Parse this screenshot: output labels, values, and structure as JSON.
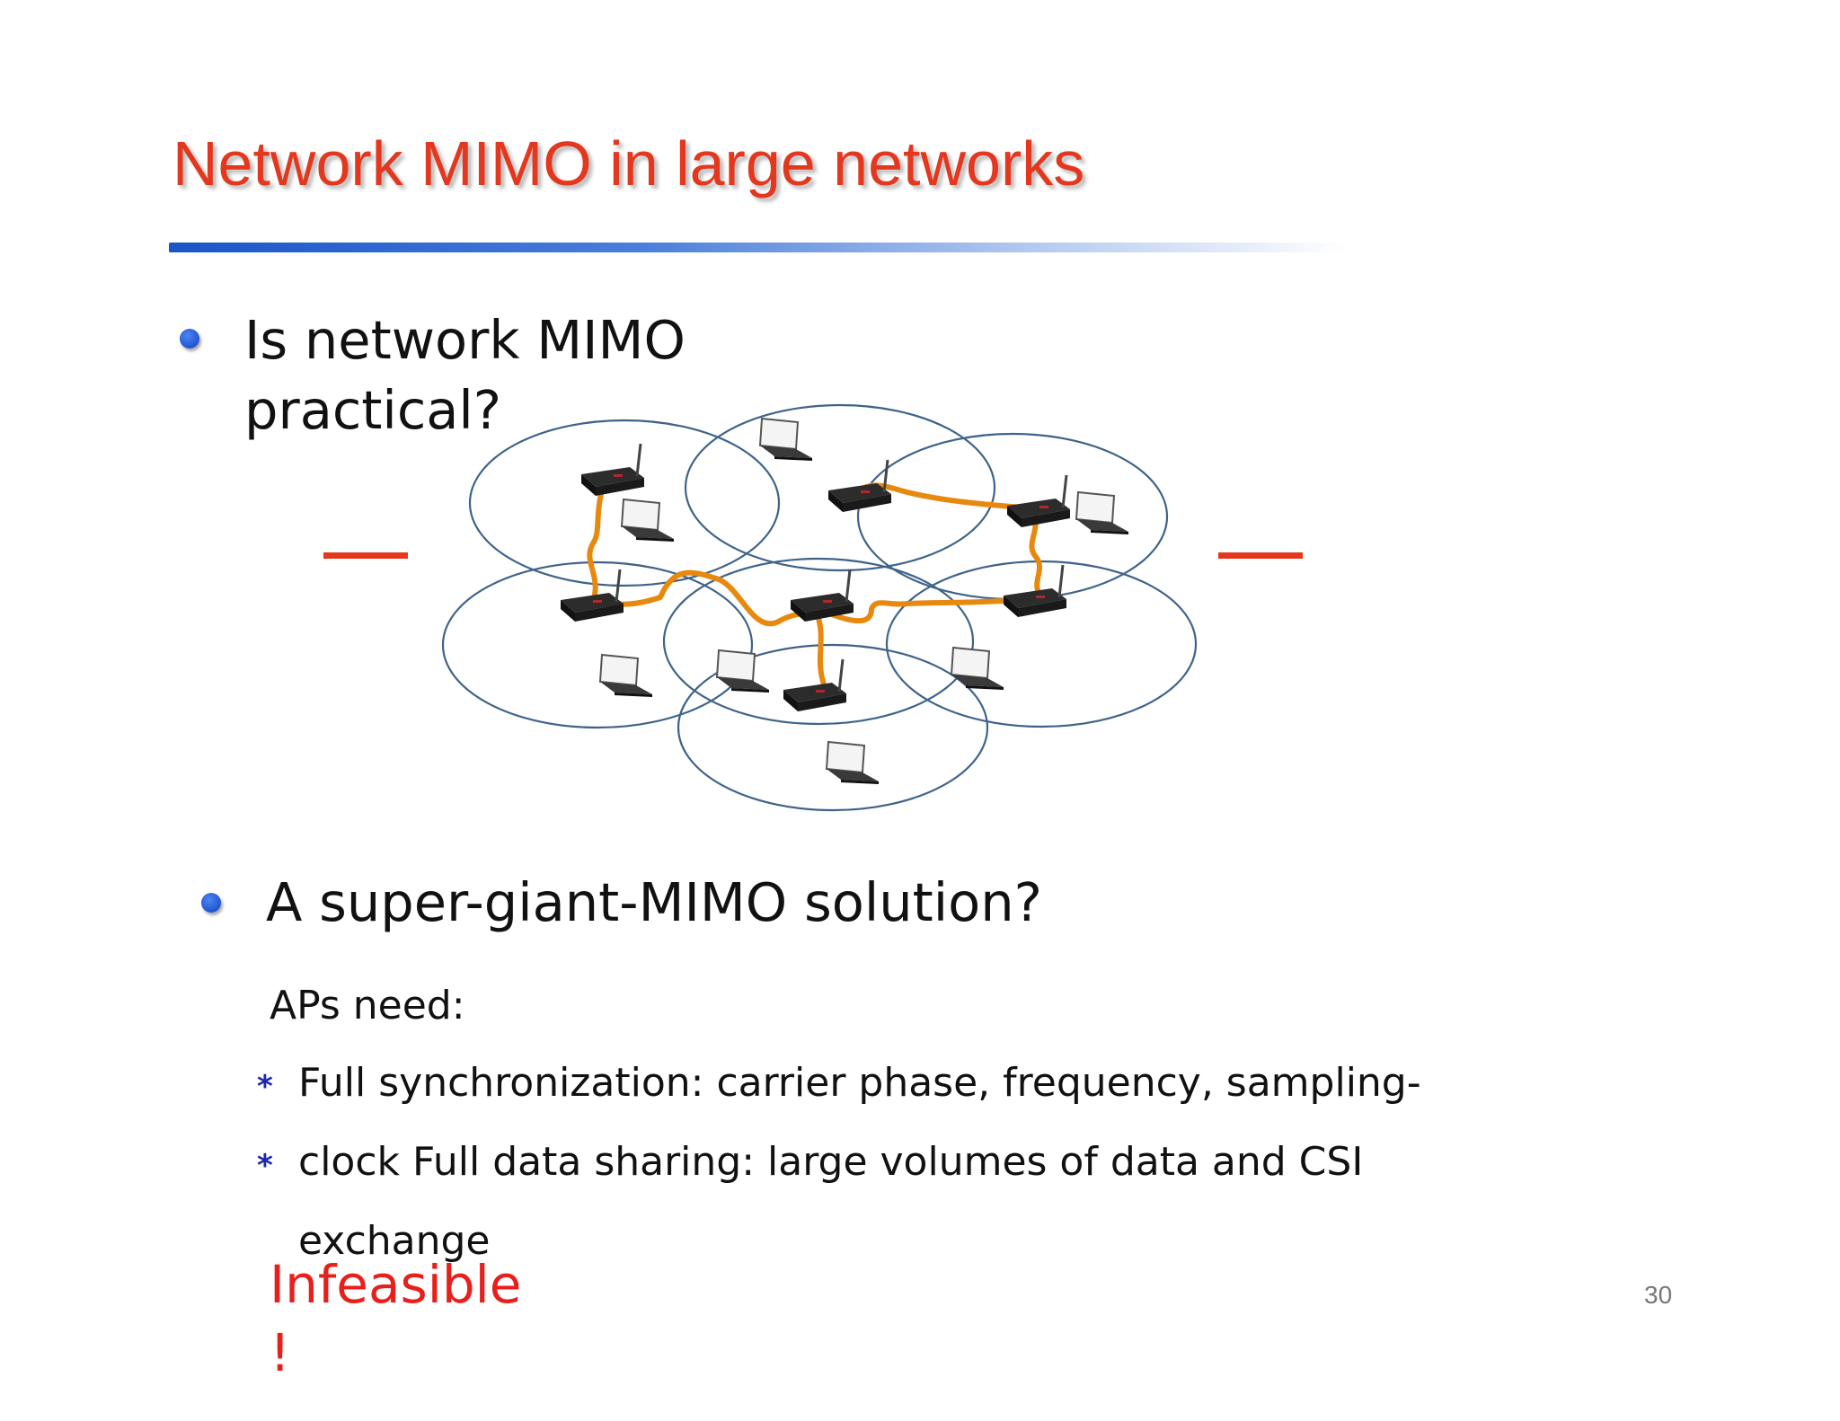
{
  "slide": {
    "title": "Network MIMO in large networks",
    "bullet1": "Is network MIMO practical?",
    "bullet2": "A super-giant-MIMO solution?",
    "aps_need": "APs need:",
    "sub_line1": "Full synchronization: carrier phase, frequency, sampling-",
    "sub_line2": "clock  Full data sharing: large volumes of data and CSI",
    "sub_line3": "exchange",
    "verdict": "Infeasible !",
    "page_number": "30"
  },
  "colors": {
    "title": "#e3371e",
    "accent_rule": "#1a55c8",
    "cell_outline": "#3e6389",
    "backhaul": "#e8890f",
    "verdict": "#e8201c"
  },
  "diagram": {
    "cells": 7,
    "access_points": 7,
    "laptops": 7,
    "icons": [
      "router-icon",
      "laptop-icon"
    ]
  }
}
